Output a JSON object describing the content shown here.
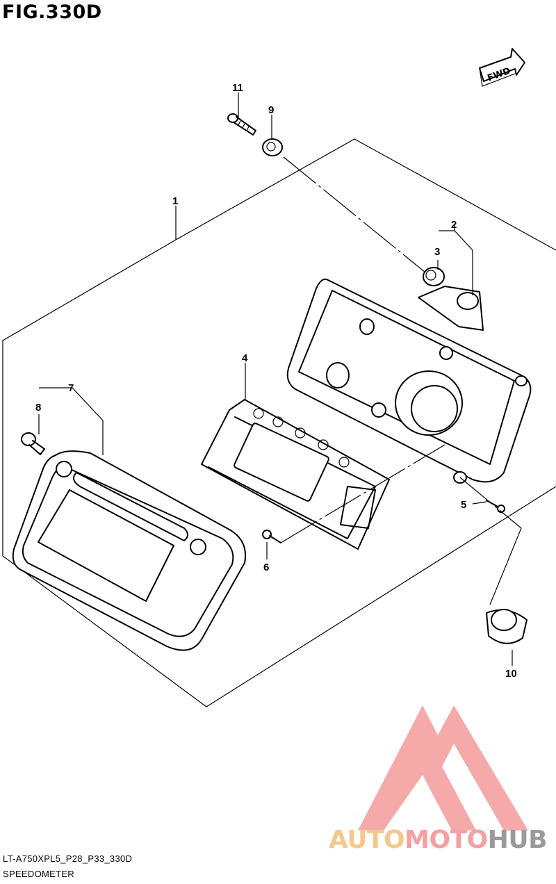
{
  "figure": {
    "title": "FIG.330D"
  },
  "direction_marker": {
    "label": "FWD",
    "icon": "fwd-arrow-icon"
  },
  "callouts": [
    "1",
    "2",
    "3",
    "4",
    "5",
    "6",
    "7",
    "8",
    "9",
    "10",
    "11"
  ],
  "footer": {
    "code": "LT-A750XPL5_P28_P33_330D",
    "name": "SPEEDOMETER"
  },
  "watermark": {
    "parts": [
      "AUTO",
      "MOTO",
      "HUB"
    ],
    "colors": [
      "#f4c88c",
      "#f4a0a0",
      "#9a9a9a"
    ],
    "icon": "triangle-m-logo-icon"
  }
}
